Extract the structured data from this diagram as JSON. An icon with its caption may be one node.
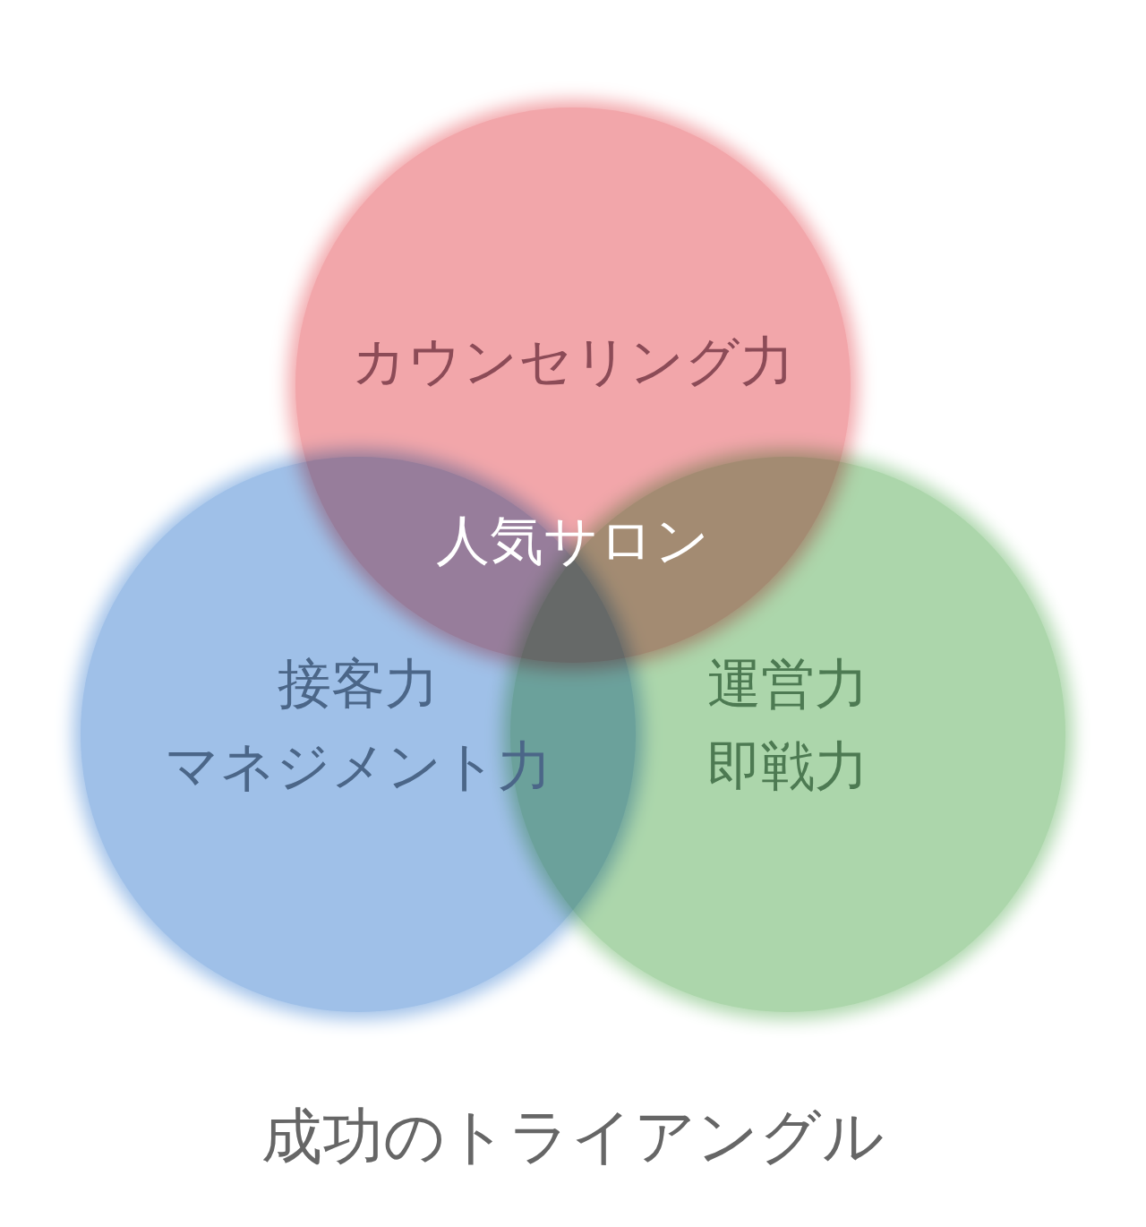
{
  "diagram": {
    "caption": "成功のトライアングル",
    "nodes": [
      {
        "text": [
          "カウンセリング力"
        ]
      },
      {
        "text": [
          "接客力",
          "マネジメント力"
        ]
      },
      {
        "text": [
          "運営力",
          "即戦力"
        ]
      }
    ],
    "labels": [
      "人気サロン"
    ]
  }
}
